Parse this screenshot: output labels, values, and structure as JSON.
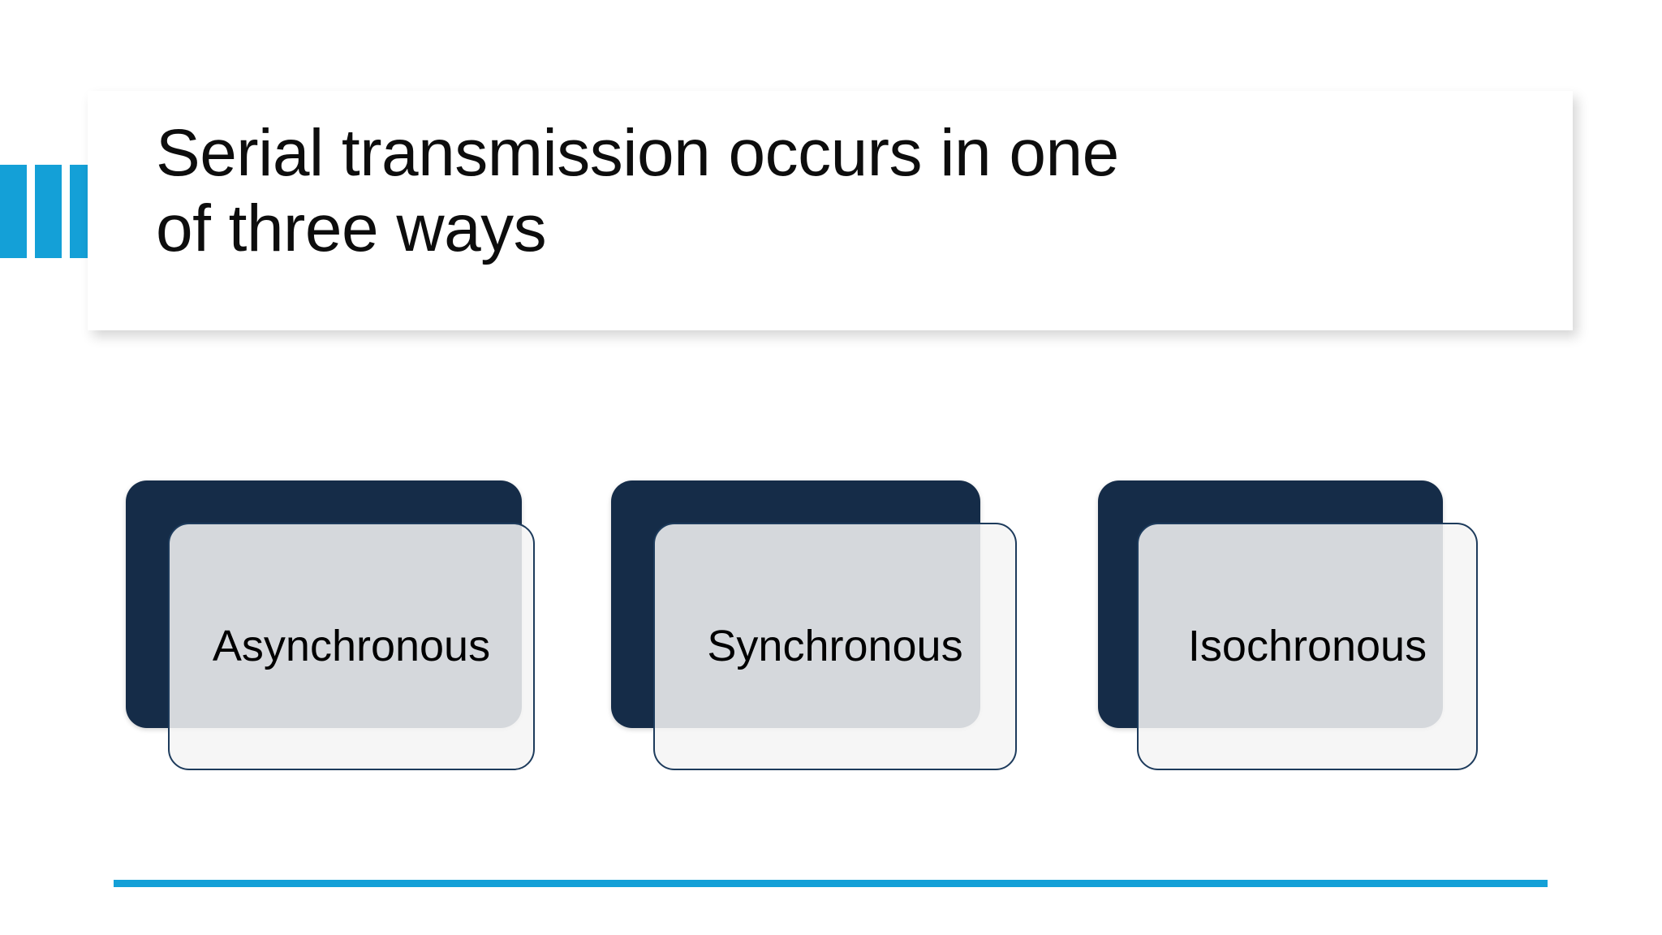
{
  "slide": {
    "title": "Serial transmission occurs in one\nof three ways",
    "background_color": "#ffffff",
    "accent_color": "#14A0D7",
    "dark_color": "#152C48"
  },
  "decor": {
    "bars": [
      {
        "name": "accent-bar-1"
      },
      {
        "name": "accent-bar-2"
      },
      {
        "name": "accent-bar-3"
      }
    ],
    "bottom_rule": {
      "name": "bottom-accent-rule",
      "color": "#14A0D7"
    }
  },
  "cards": [
    {
      "label": "Asynchronous"
    },
    {
      "label": "Synchronous"
    },
    {
      "label": "Isochronous"
    }
  ]
}
